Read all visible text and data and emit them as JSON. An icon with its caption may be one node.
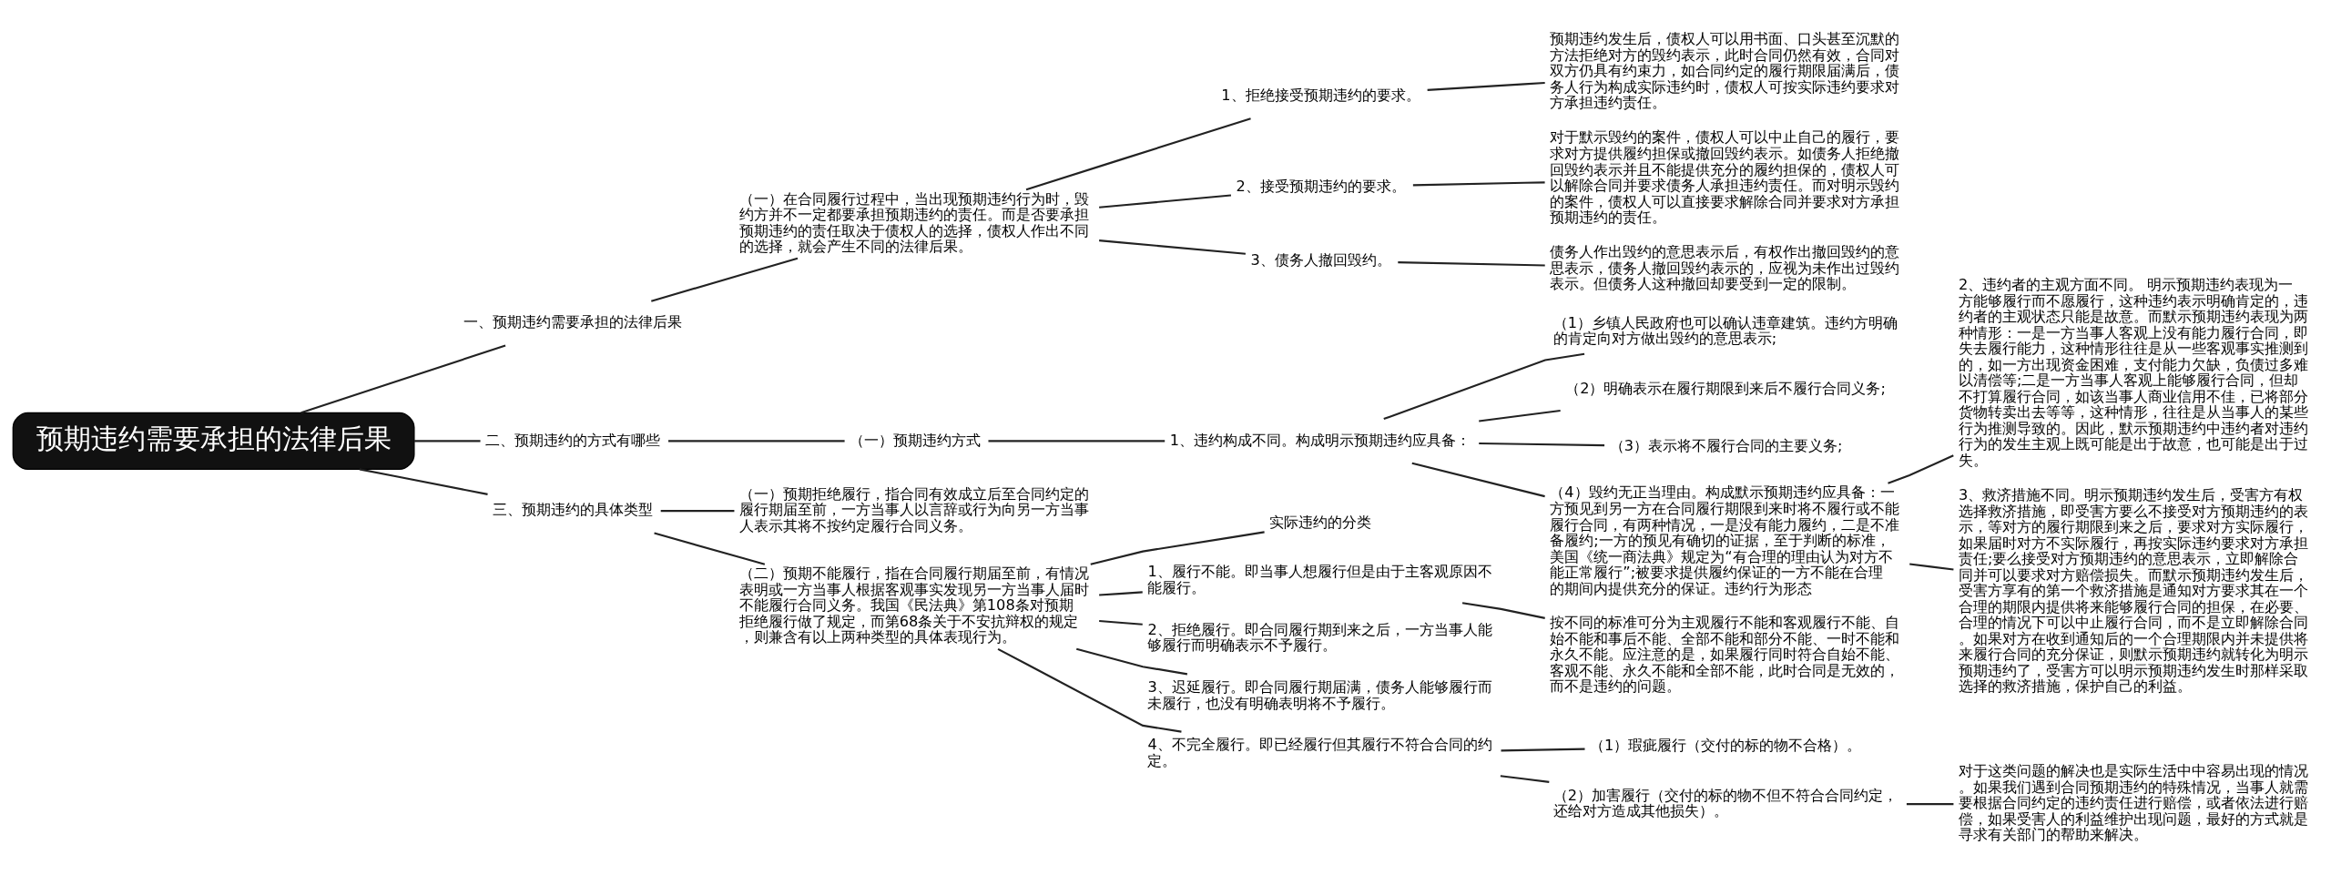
{
  "diagram": {
    "nodes": [
      {
        "text": [
          "预期违约需要承担的法律后果"
        ]
      },
      {
        "text": [
          "一、预期违约需要承担的法律后果"
        ]
      },
      {
        "text": [
          "（一）在合同履行过程中，当出现预期违约行为时，毁约方并不一定都要承担预期违约的责任。而是否要承担预期违约的责任取决于债权人的选择，债权人作出不同的选择，就会产生不同的法律后果。"
        ]
      },
      {
        "text": [
          "1、拒绝接受预期违约的要求。"
        ]
      },
      {
        "text": [
          "预期违约发生后，债权人可以用书面、口头甚至沉默的方法拒绝对方的毁约表示，此时合同仍然有效，合同对双方仍具有约束力，如合同约定的履行期限届满后，债务人行为构成实际违约时，债权人可按实际违约要求对方承担违约责任。"
        ]
      },
      {
        "text": [
          "2、接受预期违约的要求。"
        ]
      },
      {
        "text": [
          "对于默示毁约的案件，债权人可以中止自己的履行，要求对方提供履约担保或撤回毁约表示。如债务人拒绝撤回毁约表示并且不能提供充分的履约担保的，债权人可以解除合同并要求债务人承担违约责任。而对明示毁约的案件，债权人可以直接要求解除合同并要求对方承担预期违约的责任。"
        ]
      },
      {
        "text": [
          "3、债务人撤回毁约。"
        ]
      },
      {
        "text": [
          "债务人作出毁约的意思表示后，有权作出撤回毁约的意思表示，债务人撤回毁约表示的，应视为未作出过毁约表示。但债务人这种撤回却要受到一定的限制。"
        ]
      },
      {
        "text": [
          "二、预期违约的方式有哪些"
        ]
      },
      {
        "text": [
          "（一）预期违约方式"
        ]
      },
      {
        "text": [
          "1、违约构成不同。构成明示预期违约应具备："
        ]
      },
      {
        "text": [
          "（1）乡镇人民政府也可以确认违章建筑。违约方明确的肯定向对方做出毁约的意思表示;"
        ]
      },
      {
        "text": [
          "（2）明确表示在履行期限到来后不履行合同义务;"
        ]
      },
      {
        "text": [
          "（3）表示将不履行合同的主要义务;"
        ]
      },
      {
        "text": [
          "（4）毁约无正当理由。构成默示预期违约应具备：一方预见到另一方在合同履行期限到来时将不履行或不能履行合同，有两种情况，一是没有能力履约，二是不准备履约;一方的预见有确切的证据，至于判断的标准，美国《统一商法典》规定为“有合理的理由认为对方不能正常履行”;被要求提供履约保证的一方不能在合理的期间内提供充分的保证。违约行为形态"
        ]
      },
      {
        "text": [
          "2、违约者的主观方面不同。 明示预期违约表现为一方能够履行而不愿履行，这种违约表示明确肯定的，违约者的主观状态只能是故意。而默示预期违约表现为两种情形：一是一方当事人客观上没有能力履行合同，即失去履行能力，这种情形往往是从一些客观事实推测到的，如一方出现资金困难，支付能力欠缺，负债过多难以清偿等;二是一方当事人客观上能够履行合同，但却不打算履行合同，如该当事人商业信用不佳，已将部分货物转卖出去等等，这种情形，往往是从当事人的某些行为推测导致的。因此，默示预期违约中违约者对违约行为的发生主观上既可能是出于故意，也可能是出于过失。"
        ]
      },
      {
        "text": [
          "3、救济措施不同。明示预期违约发生后，受害方有权选择救济措施，即受害方要么不接受对方预期违约的表示，等对方的履行期限到来之后，要求对方实际履行，如果届时对方不实际履行，再按实际违约要求对方承担责任;要么接受对方预期违约的意思表示，立即解除合同并可以要求对方赔偿损失。而默示预期违约发生后，受害方享有的第一个救济措施是通知对方要求其在一个合理的期限内提供将来能够履行合同的担保，在必要、合理的情况下可以中止履行合同，而不是立即解除合同。如果对方在收到通知后的一个合理期限内并未提供将来履行合同的充分保证，则默示预期违约就转化为明示预期违约了，受害方可以明示预期违约发生时那样采取选择的救济措施，保护自己的利益。"
        ]
      },
      {
        "text": [
          "三、预期违约的具体类型"
        ]
      },
      {
        "text": [
          "（一）预期拒绝履行，指合同有效成立后至合同约定的履行期届至前，一方当事人以言辞或行为向另一方当事人表示其将不按约定履行合同义务。"
        ]
      },
      {
        "text": [
          "（二）预期不能履行，指在合同履行期届至前，有情况表明或一方当事人根据客观事实发现另一方当事人届时不能履行合同义务。我国《民法典》第108条对预期拒绝履行做了规定，而第68条关于不安抗辩权的规定，则兼含有以上两种类型的具体表现行为。"
        ]
      },
      {
        "text": [
          "实际违约的分类"
        ]
      },
      {
        "text": [
          "1、履行不能。即当事人想履行但是由于主客观原因不能履行。"
        ]
      },
      {
        "text": [
          "按不同的标准可分为主观履行不能和客观履行不能、自始不能和事后不能、全部不能和部分不能、一时不能和永久不能。应注意的是，如果履行同时符合自始不能、客观不能、永久不能和全部不能，此时合同是无效的，而不是违约的问题。"
        ]
      },
      {
        "text": [
          "2、拒绝履行。即合同履行期到来之后，一方当事人能够履行而明确表示不予履行。"
        ]
      },
      {
        "text": [
          "3、迟延履行。即合同履行期届满，债务人能够履行而未履行，也没有明确表明将不予履行。"
        ]
      },
      {
        "text": [
          "4、不完全履行。即已经履行但其履行不符合合同的约定。"
        ]
      },
      {
        "text": [
          "（1）瑕疵履行（交付的标的物不合格）。"
        ]
      },
      {
        "text": [
          "（2）加害履行（交付的标的物不但不符合合同约定，还给对方造成其他损失）。"
        ]
      },
      {
        "text": [
          "对于这类问题的解决也是实际生活中中容易出现的情况。如果我们遇到合同预期违约的特殊情况，当事人就需要根据合同约定的违约责任进行赔偿，或者依法进行赔偿，如果受害人的利益维护出现问题，最好的方式就是寻求有关部门的帮助来解决。"
        ]
      }
    ],
    "edges": [
      {
        "from": 0,
        "to": 1,
        "arrow": "none"
      },
      {
        "from": 1,
        "to": 2,
        "arrow": "none"
      },
      {
        "from": 2,
        "to": 3,
        "arrow": "none"
      },
      {
        "from": 3,
        "to": 4,
        "arrow": "none"
      },
      {
        "from": 2,
        "to": 5,
        "arrow": "none"
      },
      {
        "from": 5,
        "to": 6,
        "arrow": "none"
      },
      {
        "from": 2,
        "to": 7,
        "arrow": "none"
      },
      {
        "from": 7,
        "to": 8,
        "arrow": "none"
      },
      {
        "from": 0,
        "to": 9,
        "arrow": "none"
      },
      {
        "from": 9,
        "to": 10,
        "arrow": "none"
      },
      {
        "from": 10,
        "to": 11,
        "arrow": "none"
      },
      {
        "from": 11,
        "to": 12,
        "arrow": "none"
      },
      {
        "from": 11,
        "to": 13,
        "arrow": "none"
      },
      {
        "from": 11,
        "to": 14,
        "arrow": "none"
      },
      {
        "from": 11,
        "to": 15,
        "arrow": "none"
      },
      {
        "from": 15,
        "to": 16,
        "arrow": "none"
      },
      {
        "from": 15,
        "to": 17,
        "arrow": "none"
      },
      {
        "from": 0,
        "to": 18,
        "arrow": "none"
      },
      {
        "from": 18,
        "to": 19,
        "arrow": "none"
      },
      {
        "from": 18,
        "to": 20,
        "arrow": "none"
      },
      {
        "from": 20,
        "to": 21,
        "arrow": "none"
      },
      {
        "from": 20,
        "to": 22,
        "arrow": "none"
      },
      {
        "from": 22,
        "to": 23,
        "arrow": "none"
      },
      {
        "from": 20,
        "to": 24,
        "arrow": "none"
      },
      {
        "from": 20,
        "to": 25,
        "arrow": "none"
      },
      {
        "from": 20,
        "to": 26,
        "arrow": "none"
      },
      {
        "from": 26,
        "to": 27,
        "arrow": "none"
      },
      {
        "from": 26,
        "to": 28,
        "arrow": "none"
      },
      {
        "from": 28,
        "to": 29,
        "arrow": "none"
      }
    ]
  }
}
